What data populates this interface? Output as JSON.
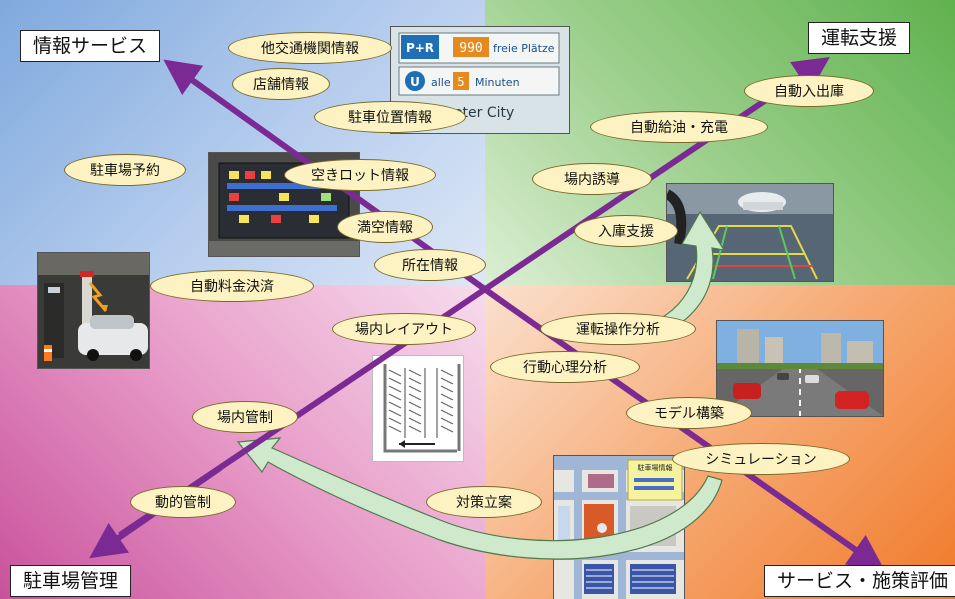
{
  "corners": {
    "top_left": "情報サービス",
    "top_right": "運転支援",
    "bottom_left": "駐車場管理",
    "bottom_right": "サービス・施策評価"
  },
  "labels": {
    "other_transport_info": "他交通機関情報",
    "store_info": "店舗情報",
    "parking_position_info": "駐車位置情報",
    "parking_reservation": "駐車場予約",
    "vacant_lot_info": "空きロット情報",
    "full_info": "満空情報",
    "location_info": "所在情報",
    "auto_fee_payment": "自動料金決済",
    "auto_parking": "自動入出庫",
    "auto_refuel_charge": "自動給油・充電",
    "in_lot_guidance": "場内誘導",
    "parking_assist": "入庫支援",
    "in_lot_layout": "場内レイアウト",
    "driving_operation_analysis": "運転操作分析",
    "behavior_psychology_analysis": "行動心理分析",
    "in_lot_control": "場内管制",
    "model_building": "モデル構築",
    "simulation": "シミュレーション",
    "dynamic_control": "動的管制",
    "countermeasure_planning": "対策立案"
  },
  "photos": {
    "sign": {
      "pr_text": "P+R",
      "count": "990",
      "free_text": "freie Plätze",
      "u_text": "U",
      "alle_text": "alle",
      "minutes_num": "5",
      "minutes_text": "Minuten",
      "place_text": "Gasometer City"
    },
    "map": {
      "header_text": "駐車場情報"
    }
  },
  "colors": {
    "arrow": "#7b2a93",
    "label_fill": "#fdf3c2",
    "cycle_arrow": "#cfe9cc"
  }
}
